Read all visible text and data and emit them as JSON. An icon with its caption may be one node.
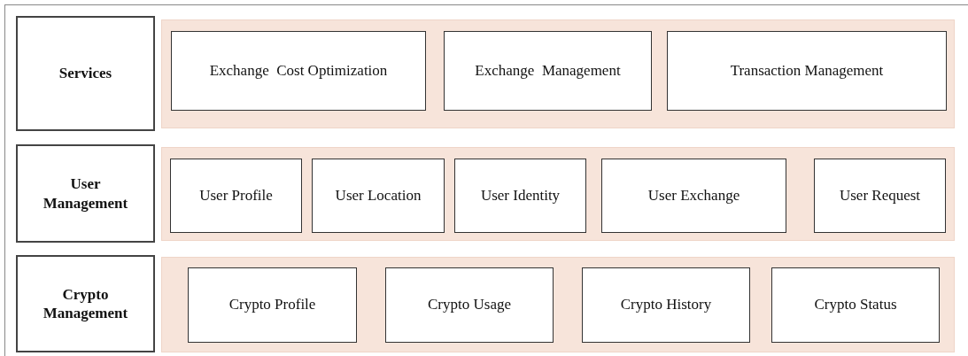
{
  "diagram": {
    "nodes": [
      {
        "text": [
          "Services"
        ]
      },
      {
        "text": [],
        "shape": "band"
      },
      {
        "text": [
          "Exchange  Cost Optimization"
        ],
        "in": 1
      },
      {
        "text": [
          "Exchange  Management"
        ],
        "in": 1
      },
      {
        "text": [
          "Transaction Management"
        ],
        "in": 1
      },
      {
        "text": [
          "User Management"
        ]
      },
      {
        "text": [],
        "shape": "band"
      },
      {
        "text": [
          "User Profile"
        ],
        "in": 6
      },
      {
        "text": [
          "User Location"
        ],
        "in": 6
      },
      {
        "text": [
          "User Identity"
        ],
        "in": 6
      },
      {
        "text": [
          "User Exchange"
        ],
        "in": 6
      },
      {
        "text": [
          "User Request"
        ],
        "in": 6
      },
      {
        "text": [
          "Crypto Management"
        ]
      },
      {
        "text": [],
        "shape": "band"
      },
      {
        "text": [
          "Crypto Profile"
        ],
        "in": 13
      },
      {
        "text": [
          "Crypto Usage"
        ],
        "in": 13
      },
      {
        "text": [
          "Crypto History"
        ],
        "in": 13
      },
      {
        "text": [
          "Crypto Status"
        ],
        "in": 13
      }
    ]
  }
}
